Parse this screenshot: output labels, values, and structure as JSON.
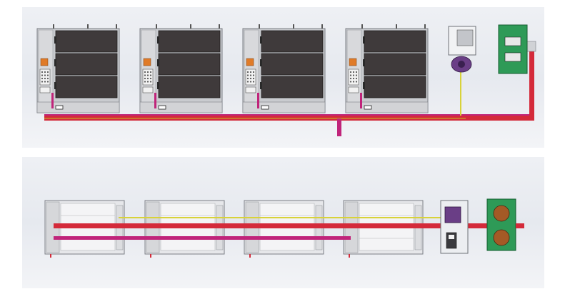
{
  "views": [
    {
      "id": "front",
      "units": [
        "oven-cabinet",
        "oven-cabinet",
        "oven-cabinet",
        "oven-cabinet",
        "control-box",
        "heat-exchanger"
      ]
    },
    {
      "id": "top",
      "units": [
        "oven-cabinet",
        "oven-cabinet",
        "oven-cabinet",
        "oven-cabinet",
        "control-box",
        "heat-exchanger"
      ]
    }
  ],
  "colors": {
    "pipe_red": "#d42a3a",
    "pipe_magenta": "#c0247a",
    "pipe_yellow": "#d8d23a",
    "pipe_orange": "#c9912a",
    "cabinet_frame": "#c9cbcf",
    "cabinet_door": "#3f3a3b",
    "cabinet_top": "#e6e7ea",
    "green_unit": "#2e9a57",
    "port_brown": "#a45a26",
    "orange_panel": "#e07b28",
    "purple_pump": "#6a3e86"
  }
}
